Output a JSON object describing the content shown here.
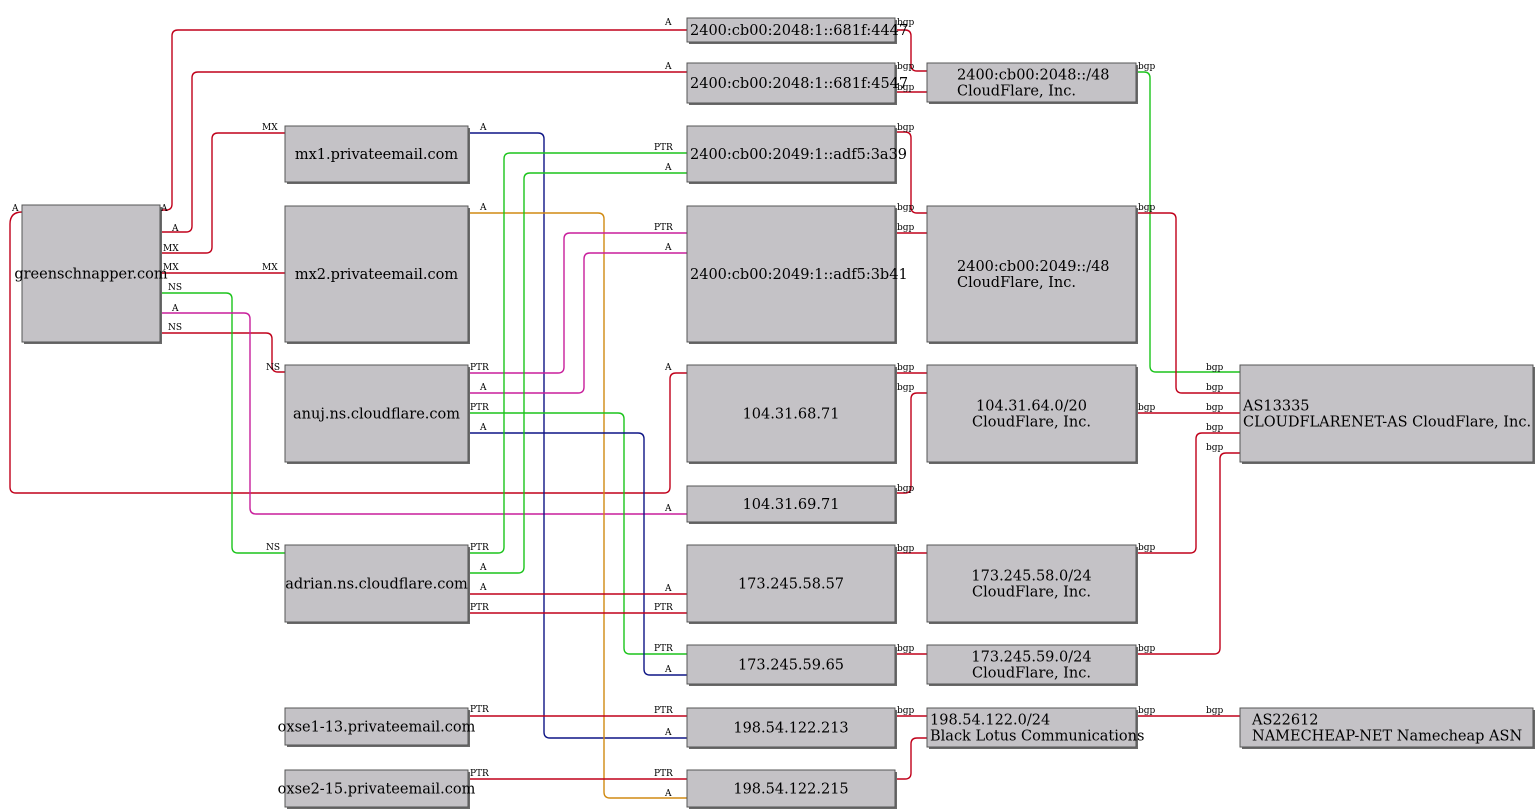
{
  "colors": {
    "red": "#c0001a",
    "green": "#1bc41b",
    "magenta": "#c81e9b",
    "navy": "#0e1585",
    "orange": "#d08a12",
    "node_fill": "#c4c2c6"
  },
  "nodes": {
    "greenschnapper": "greenschnapper.com",
    "mx1": "mx1.privateemail.com",
    "mx2": "mx2.privateemail.com",
    "anuj": "anuj.ns.cloudflare.com",
    "adrian": "adrian.ns.cloudflare.com",
    "oxse1": "oxse1-13.privateemail.com",
    "oxse2": "oxse2-15.privateemail.com",
    "v6_4447": "2400:cb00:2048:1::681f:4447",
    "v6_4547": "2400:cb00:2048:1::681f:4547",
    "v6_3a39": "2400:cb00:2049:1::adf5:3a39",
    "v6_3b41": "2400:cb00:2049:1::adf5:3b41",
    "ip_6871": "104.31.68.71",
    "ip_6971": "104.31.69.71",
    "ip_5857": "173.245.58.57",
    "ip_5965": "173.245.59.65",
    "ip_213": "198.54.122.213",
    "ip_215": "198.54.122.215",
    "net_2048": [
      "2400:cb00:2048::/48",
      "CloudFlare, Inc."
    ],
    "net_2049": [
      "2400:cb00:2049::/48",
      "CloudFlare, Inc."
    ],
    "net_104": [
      "104.31.64.0/20",
      "CloudFlare, Inc."
    ],
    "net_17358": [
      "173.245.58.0/24",
      "CloudFlare, Inc."
    ],
    "net_17359": [
      "173.245.59.0/24",
      "CloudFlare, Inc."
    ],
    "net_198": [
      "198.54.122.0/24",
      "Black Lotus Communications"
    ],
    "as13335": [
      "AS13335",
      "CLOUDFLARENET-AS CloudFlare, Inc."
    ],
    "as22612": [
      "AS22612",
      "NAMECHEAP-NET Namecheap ASN"
    ]
  },
  "edge_labels": {
    "a": "A",
    "mx": "MX",
    "ns": "NS",
    "ptr": "PTR",
    "bgp": "bgp"
  }
}
